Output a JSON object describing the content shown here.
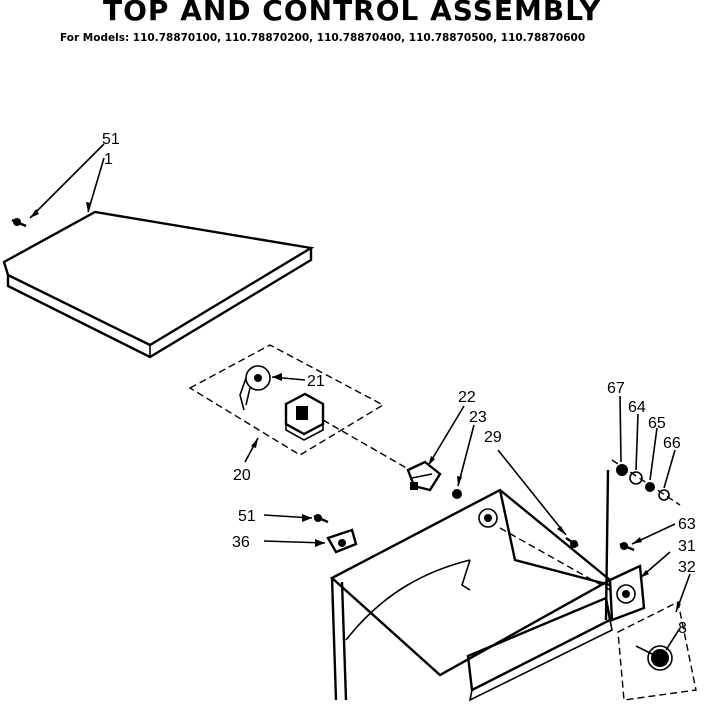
{
  "header": {
    "title": "TOP AND CONTROL ASSEMBLY",
    "models_line": "For Models: 110.78870100, 110.78870200, 110.78870400, 110.78870500, 110.78870600"
  },
  "callouts": {
    "c51a": "51",
    "c1": "1",
    "c21": "21",
    "c20": "20",
    "c22": "22",
    "c23": "23",
    "c29": "29",
    "c51b": "51",
    "c36": "36",
    "c67": "67",
    "c64": "64",
    "c65": "65",
    "c66": "66",
    "c63": "63",
    "c31": "31",
    "c32": "32",
    "c8": "8"
  }
}
